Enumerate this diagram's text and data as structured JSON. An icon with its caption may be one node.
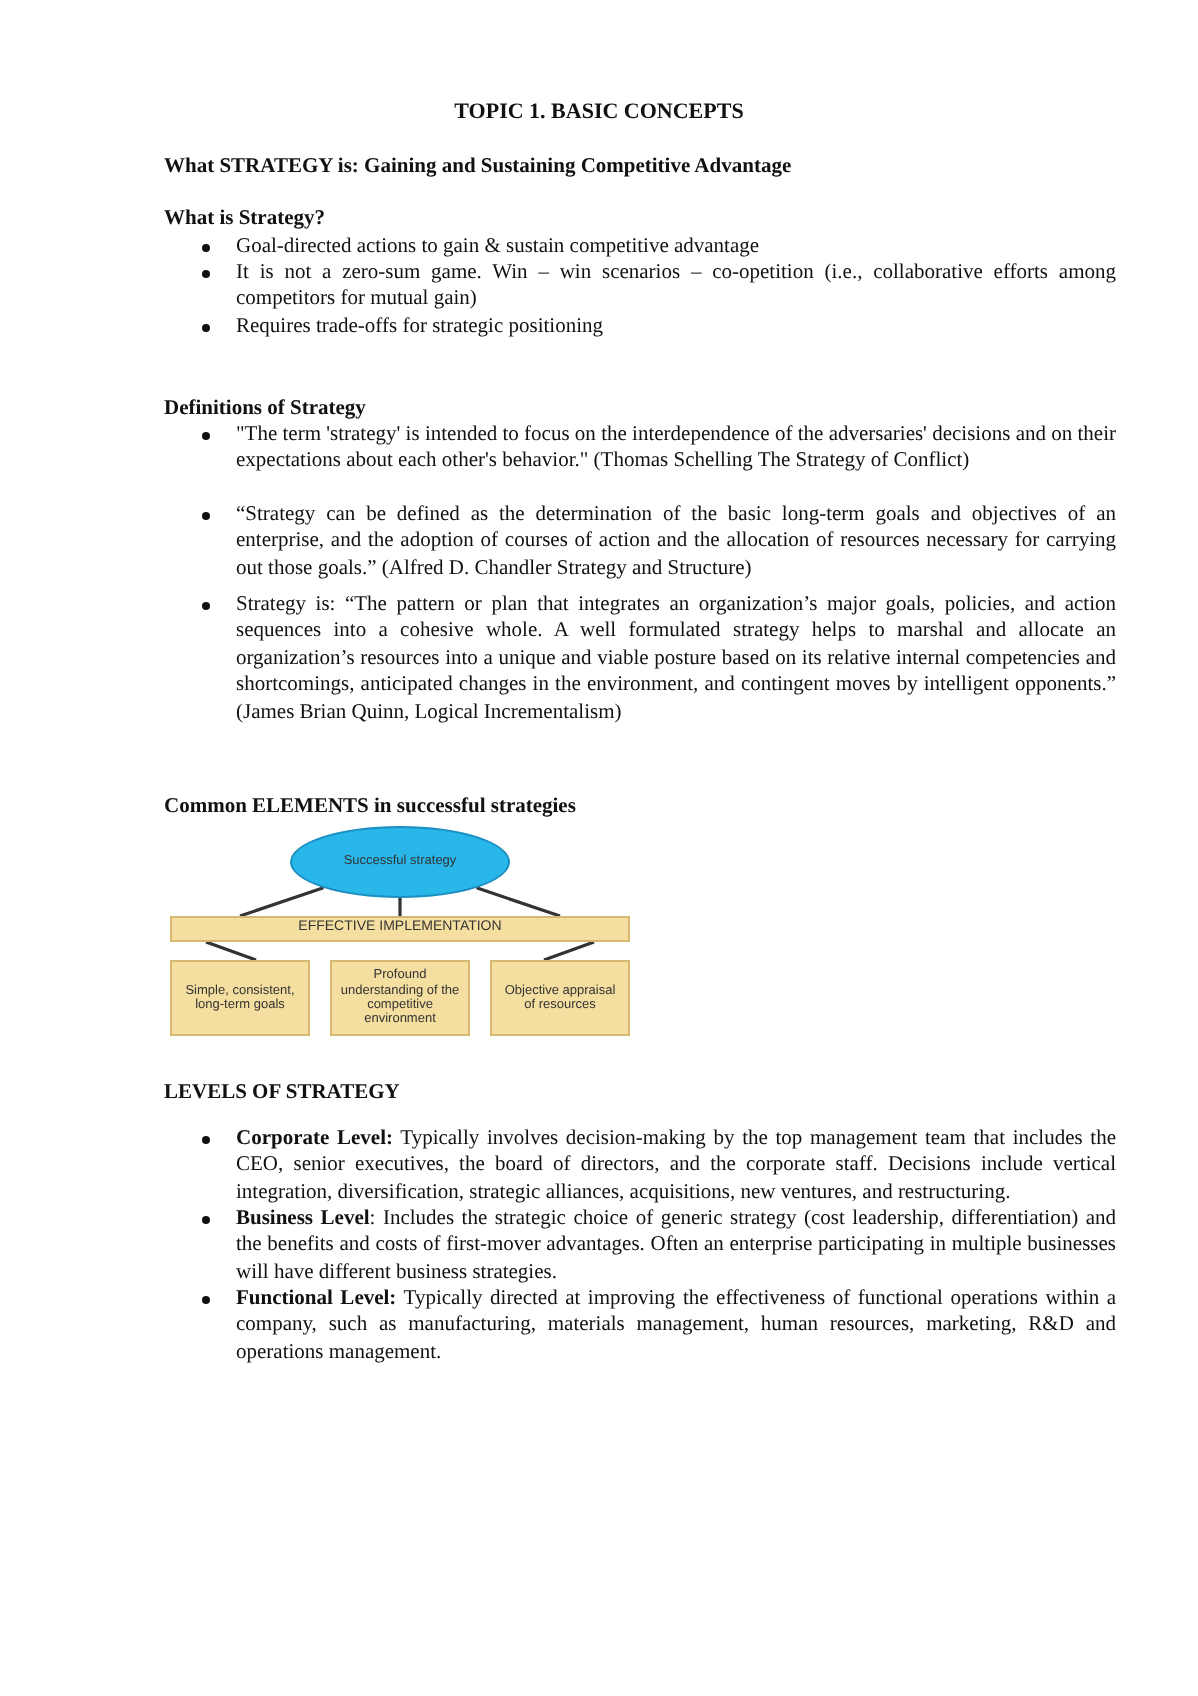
{
  "diagram": {
    "title": "TOPIC 1. BASIC CONCEPTS",
    "nodes": [
      {
        "text": [
          "Successful strategy"
        ]
      },
      {
        "text": [
          "EFFECTIVE IMPLEMENTATION"
        ]
      },
      {
        "text": [
          "Simple, consistent, long-term goals"
        ]
      },
      {
        "text": [
          "Profound understanding of the competitive environment"
        ]
      },
      {
        "text": [
          "Objective appraisal of resources"
        ]
      }
    ],
    "edges": [
      {
        "from": 0,
        "to": 1,
        "arrow": "none"
      },
      {
        "from": 0,
        "to": 1,
        "arrow": "none"
      },
      {
        "from": 0,
        "to": 1,
        "arrow": "none"
      },
      {
        "from": 1,
        "to": 2,
        "arrow": "none"
      },
      {
        "from": 1,
        "to": 4,
        "arrow": "none"
      }
    ],
    "labels": [
      "What STRATEGY is: Gaining and Sustaining Competitive Advantage",
      "What is Strategy?",
      "Goal-directed actions to gain & sustain competitive advantage",
      "It is not a zero-sum game. Win – win scenarios – co-opetition (i.e., collaborative efforts among competitors for mutual gain)",
      "Requires trade-offs for strategic positioning",
      "Definitions of Strategy",
      "\"The term 'strategy' is intended to focus on the interdependence of the adversaries' decisions and on their expectations about each other's behavior.\" (Thomas Schelling The Strategy of Conflict)",
      "“Strategy can be defined as the determination of the basic long-term goals and objectives of an enterprise, and the adoption of courses of action and the allocation of resources necessary for carrying out those goals.” (Alfred D. Chandler Strategy and Structure)",
      "Strategy is: “The pattern or plan that integrates an organization’s major goals, policies, and action sequences into a cohesive whole. A well formulated strategy helps to marshal and allocate an organization’s resources into a unique and viable posture based on its relative internal competencies and shortcomings, anticipated changes in the environment, and contingent moves by intelligent opponents.” (James Brian Quinn, Logical Incrementalism)",
      "Common ELEMENTS in successful strategies",
      "LEVELS OF STRATEGY",
      "**Corporate Level:** Typically involves decision-making by the top management team that includes the CEO, senior executives, the board of directors, and the corporate staff. Decisions include vertical integration, diversification, strategic alliances, acquisitions, new ventures, and restructuring.",
      "**Business Level**: Includes the strategic choice of generic strategy (cost leadership, differentiation) and the benefits and costs of first-mover advantages. Often an enterprise participating in multiple businesses will have different business strategies.",
      "**Functional Level:** Typically directed at improving the effectiveness of functional operations within a company, such as manufacturing, materials management, human resources, marketing, R&D and operations management."
    ]
  }
}
